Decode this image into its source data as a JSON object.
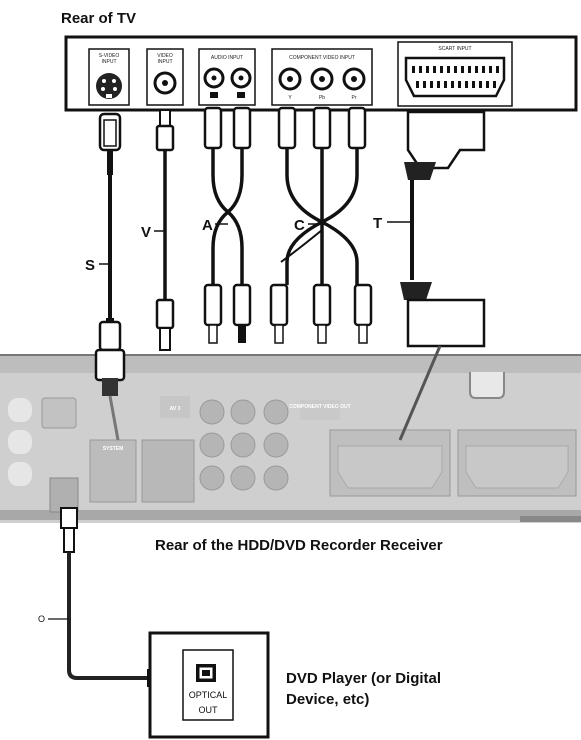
{
  "titles": {
    "tv_rear": "Rear of TV",
    "recorder_rear": "Rear of the HDD/DVD Recorder Receiver",
    "device_line1": "DVD Player (or Digital",
    "device_line2": "Device, etc)"
  },
  "tv_ports": {
    "svideo_line1": "S-VIDEO",
    "svideo_line2": "INPUT",
    "video_line1": "VIDEO",
    "video_line2": "INPUT",
    "audio": "AUDIO INPUT",
    "component": "COMPONENT VIDEO INPUT",
    "comp_y": "Y",
    "comp_pb": "Pb",
    "comp_pr": "Pr",
    "scart": "SCART INPUT"
  },
  "cables": {
    "s": "S",
    "v": "V",
    "a": "A",
    "c": "C",
    "t": "T",
    "o": "O"
  },
  "recorder_labels": {
    "av3": "AV 3",
    "component_out": "COMPONENT VIDEO OUT",
    "system": "SYSTEM"
  },
  "optical": {
    "line1": "OPTICAL",
    "line2": "OUT"
  }
}
